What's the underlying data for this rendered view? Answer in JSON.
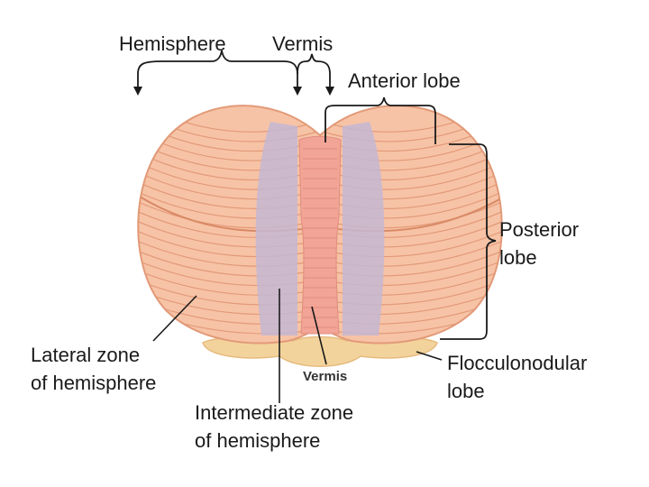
{
  "labels": {
    "hemisphere": "Hemisphere",
    "vermis_top": "Vermis",
    "anterior_lobe": "Anterior lobe",
    "posterior_lobe_1": "Posterior",
    "posterior_lobe_2": "lobe",
    "lateral_zone_1": "Lateral zone",
    "lateral_zone_2": "of hemisphere",
    "vermis_center": "Vermis",
    "intermediate_zone_1": "Intermediate zone",
    "intermediate_zone_2": "of hemisphere",
    "flocculonodular_1": "Flocculonodular",
    "flocculonodular_2": "lobe"
  },
  "colors": {
    "hemisphere_fill": "#f7c3a6",
    "folia_line": "#e29a78",
    "intermediate_zone_fill": "#c4b7d2",
    "vermis_fill": "#f2a496",
    "flocculonodular_fill": "#f3d39c",
    "line": "#1a1a1a"
  }
}
